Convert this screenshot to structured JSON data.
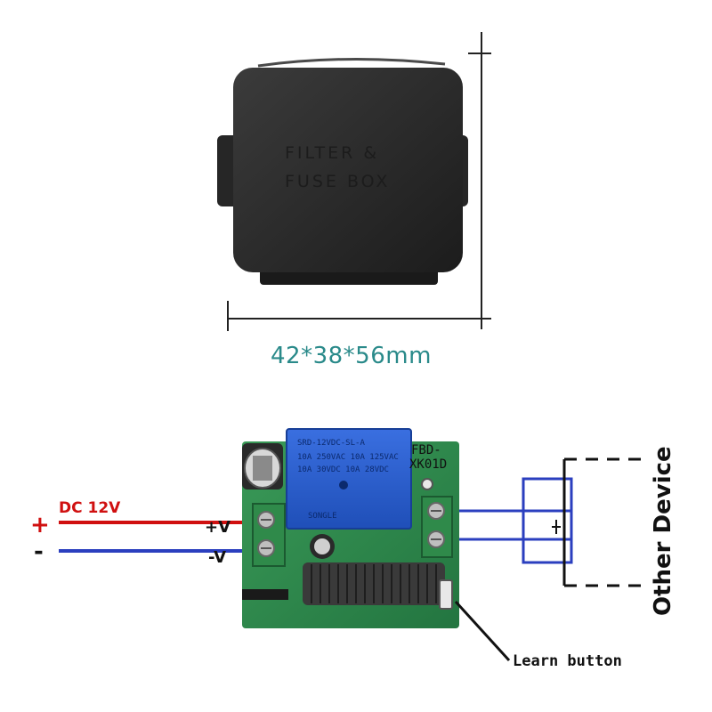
{
  "product": {
    "box_label_line1": "FILTER &",
    "box_label_line2": "FUSE BOX",
    "dimensions": "42*38*56mm"
  },
  "wiring": {
    "dc_label": "DC 12V",
    "plus_sign": "+",
    "minus_sign": "-",
    "plus_v": "+V",
    "minus_v": "-V",
    "other_device": "Other Device",
    "learn_button": "Learn button"
  },
  "board": {
    "model_line1": "FBD-",
    "model_line2": "XK01D",
    "relay_model": "SRD-12VDC-SL-A",
    "relay_rating1": "10A 250VAC 10A 125VAC",
    "relay_rating2": "10A 30VDC 10A 28VDC",
    "relay_brand": "SONGLE"
  },
  "colors": {
    "dimension_text": "#2a8a8a",
    "positive_wire": "#d01010",
    "negative_wire": "#2b3fbf",
    "relay_blue": "#2a5bd0",
    "pcb_green": "#2f8a4a"
  }
}
